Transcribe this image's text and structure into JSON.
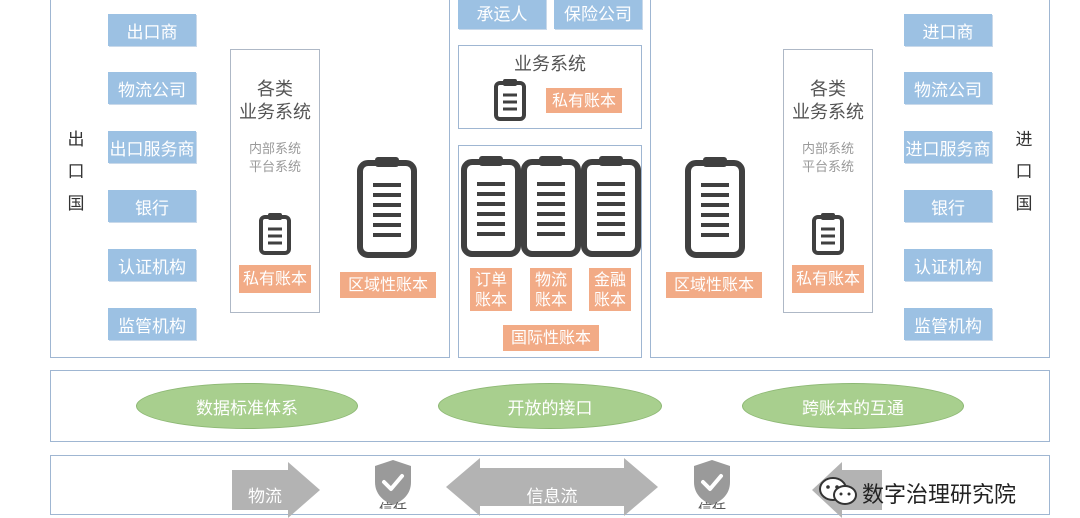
{
  "export_side": {
    "country_label": "出口国",
    "participants": [
      "出口商",
      "物流公司",
      "出口服务商",
      "银行",
      "认证机构",
      "监管机构"
    ],
    "business_title": "各类\n业务系统",
    "business_sub": "内部系统\n平台系统",
    "private_ledger": "私有账本",
    "regional_ledger": "区域性账本"
  },
  "import_side": {
    "country_label": "进口国",
    "participants": [
      "进口商",
      "物流公司",
      "进口服务商",
      "银行",
      "认证机构",
      "监管机构"
    ],
    "business_title": "各类\n业务系统",
    "business_sub": "内部系统\n平台系统",
    "private_ledger": "私有账本",
    "regional_ledger": "区域性账本"
  },
  "middle": {
    "top_buttons": [
      "承运人",
      "保险公司"
    ],
    "business_title": "业务系统",
    "private_ledger": "私有账本",
    "ledgers": [
      "订单\n账本",
      "物流\n账本",
      "金融\n账本"
    ],
    "international_ledger": "国际性账本"
  },
  "standards": [
    "数据标准体系",
    "开放的接口",
    "跨账本的互通"
  ],
  "bottom": {
    "logistics": "物流",
    "info_flow": "信息流",
    "trust": "信任"
  },
  "watermark": "数字治理研究院",
  "colors": {
    "blue_box": "#9cc1e3",
    "orange_box": "#f2ab86",
    "green_ellipse": "#a8cf8e",
    "gray_arrow": "#b3b3b3",
    "icon_dark": "#404040"
  }
}
